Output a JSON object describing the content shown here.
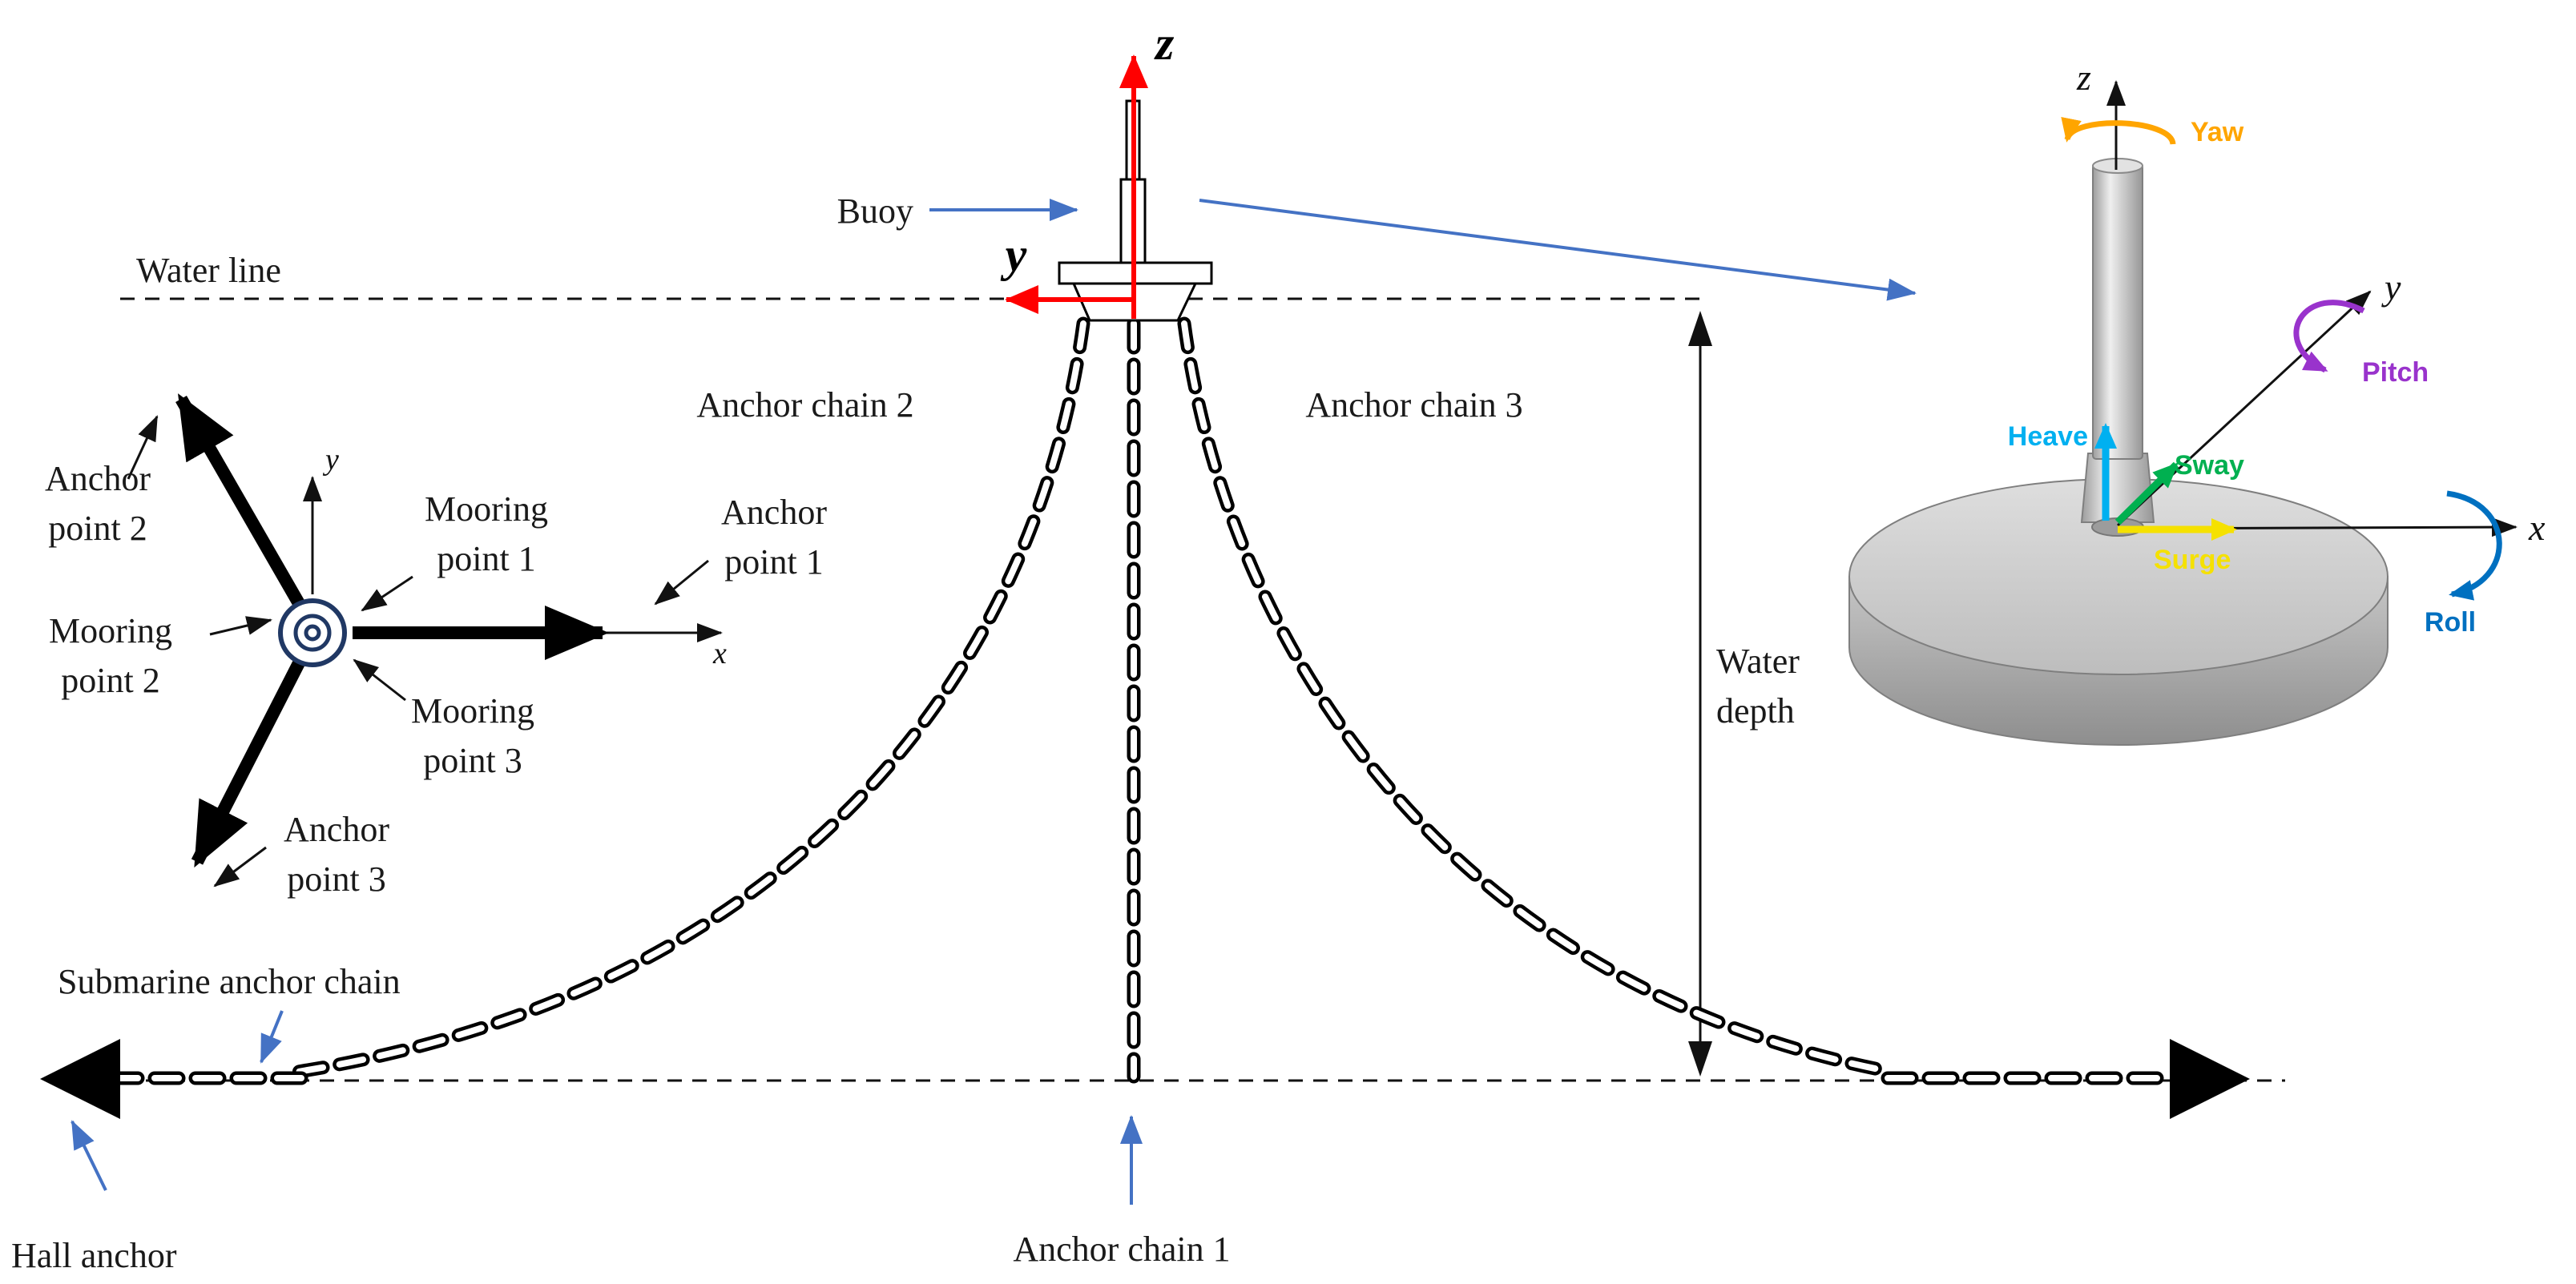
{
  "labels": {
    "water_line": "Water line",
    "buoy": "Buoy",
    "anchor_chain_2": "Anchor chain 2",
    "anchor_chain_3": "Anchor chain 3",
    "anchor_chain_1": "Anchor chain 1",
    "water_depth": [
      "Water",
      "depth"
    ],
    "submarine_anchor_chain": "Submarine anchor chain",
    "hall_anchor": "Hall anchor"
  },
  "main_axes": {
    "z": "z",
    "y": "y"
  },
  "left_inset": {
    "axes": {
      "x": "x",
      "y": "y"
    },
    "anchor_point_1": [
      "Anchor",
      "point 1"
    ],
    "anchor_point_2": [
      "Anchor",
      "point 2"
    ],
    "anchor_point_3": [
      "Anchor",
      "point 3"
    ],
    "mooring_point_1": [
      "Mooring",
      "point 1"
    ],
    "mooring_point_2": [
      "Mooring",
      "point 2"
    ],
    "mooring_point_3": [
      "Mooring",
      "point 3"
    ]
  },
  "dof_inset": {
    "axes": {
      "x": "x",
      "y": "y",
      "z": "z"
    },
    "surge": "Surge",
    "sway": "Sway",
    "heave": "Heave",
    "roll": "Roll",
    "pitch": "Pitch",
    "yaw": "Yaw",
    "colors": {
      "surge": "#F5E100",
      "sway": "#00B050",
      "heave": "#00B0F0",
      "roll": "#0070C0",
      "pitch": "#9933CC",
      "yaw": "#FFA500"
    }
  },
  "colors": {
    "axis_red": "#FF0000",
    "callout_blue": "#4472C4",
    "hub_navy": "#203864",
    "chain_black": "#000000"
  }
}
